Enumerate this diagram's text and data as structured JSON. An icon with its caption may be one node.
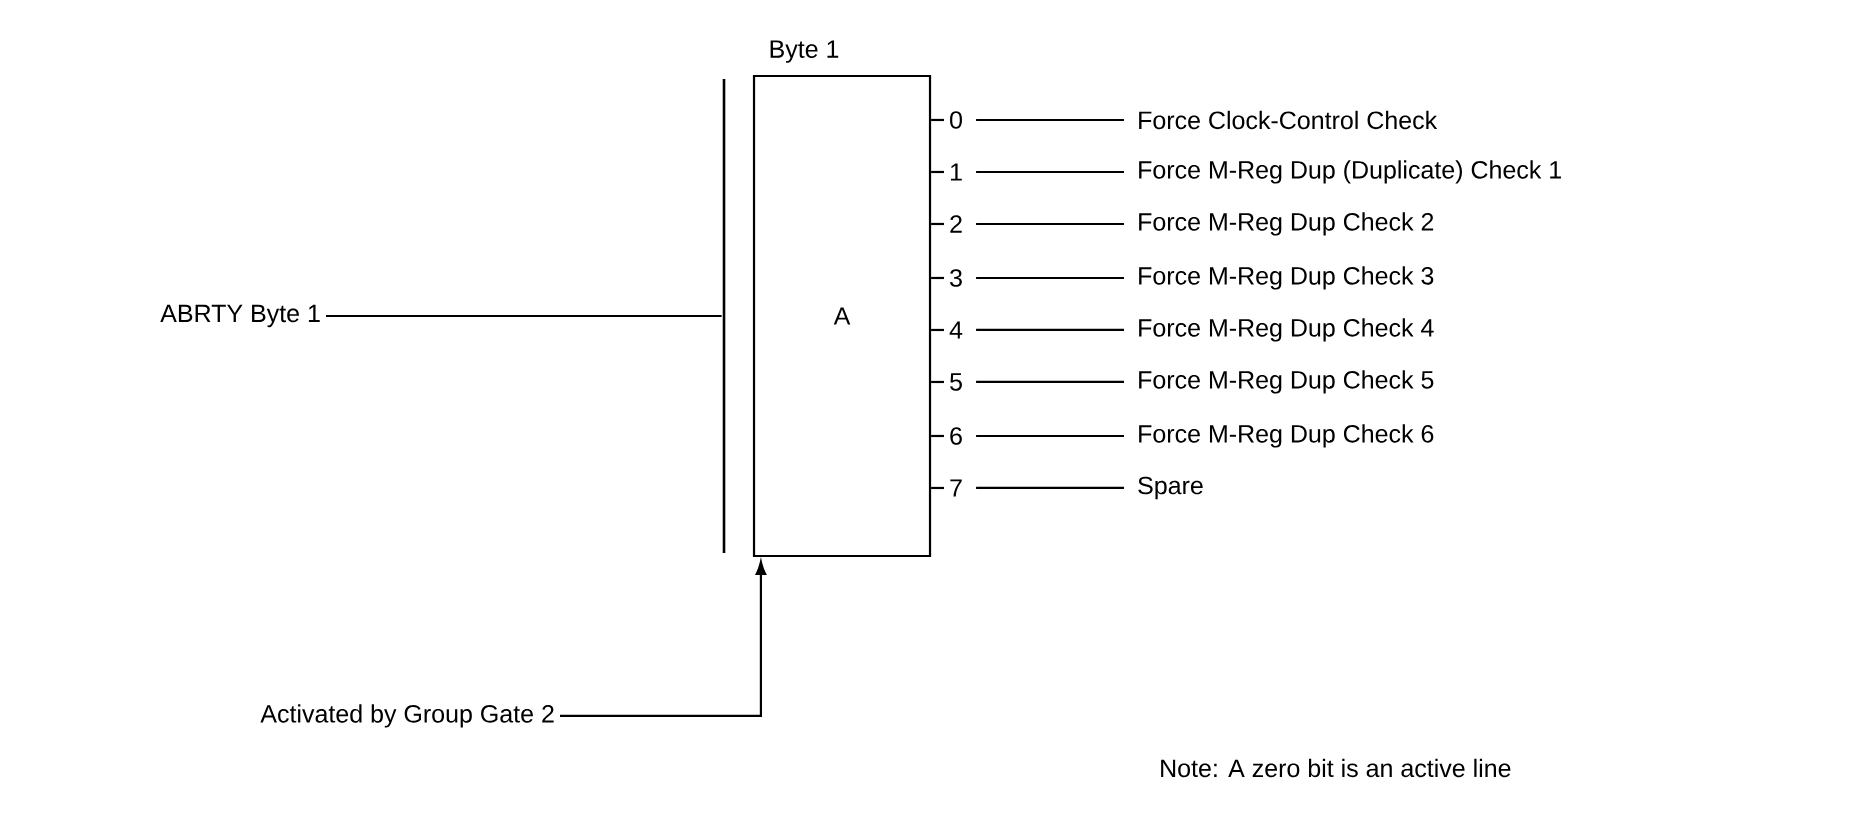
{
  "diagram": {
    "nodes": [
      {
        "text": [
          "Byte 1",
          "A"
        ]
      },
      {
        "text": [
          "ABRTY Byte 1"
        ]
      },
      {
        "text": [],
        "shape": "bar"
      },
      {
        "text": [
          "Activated by Group Gate 2"
        ]
      },
      {
        "text": [
          "0"
        ]
      },
      {
        "text": [
          "1"
        ]
      },
      {
        "text": [
          "2"
        ]
      },
      {
        "text": [
          "3"
        ]
      },
      {
        "text": [
          "4"
        ]
      },
      {
        "text": [
          "5"
        ]
      },
      {
        "text": [
          "6"
        ]
      },
      {
        "text": [
          "7"
        ]
      },
      {
        "text": [
          "Force Clock-Control Check"
        ]
      },
      {
        "text": [
          "Force M-Reg Dup (Duplicate) Check 1"
        ]
      },
      {
        "text": [
          "Force M-Reg Dup Check 2"
        ]
      },
      {
        "text": [
          "Force M-Reg Dup Check 3"
        ]
      },
      {
        "text": [
          "Force M-Reg Dup Check 4"
        ]
      },
      {
        "text": [
          "Force M-Reg Dup Check 5"
        ]
      },
      {
        "text": [
          "Force M-Reg Dup Check 6"
        ]
      },
      {
        "text": [
          "Spare"
        ]
      }
    ],
    "edges": [
      {
        "from": 1,
        "to": 2,
        "arrow": "none"
      },
      {
        "from": 3,
        "to": 0,
        "arrow": "to"
      },
      {
        "from": 0,
        "to": 4,
        "arrow": "none"
      },
      {
        "from": 0,
        "to": 5,
        "arrow": "none"
      },
      {
        "from": 0,
        "to": 6,
        "arrow": "none"
      },
      {
        "from": 0,
        "to": 7,
        "arrow": "none"
      },
      {
        "from": 0,
        "to": 8,
        "arrow": "none"
      },
      {
        "from": 0,
        "to": 9,
        "arrow": "none"
      },
      {
        "from": 0,
        "to": 10,
        "arrow": "none"
      },
      {
        "from": 0,
        "to": 11,
        "arrow": "none"
      },
      {
        "from": 4,
        "to": 12,
        "arrow": "none"
      },
      {
        "from": 5,
        "to": 13,
        "arrow": "none"
      },
      {
        "from": 6,
        "to": 14,
        "arrow": "none"
      },
      {
        "from": 7,
        "to": 15,
        "arrow": "none"
      },
      {
        "from": 8,
        "to": 16,
        "arrow": "none"
      },
      {
        "from": 9,
        "to": 17,
        "arrow": "none"
      },
      {
        "from": 10,
        "to": 18,
        "arrow": "none"
      },
      {
        "from": 11,
        "to": 19,
        "arrow": "none"
      }
    ],
    "labels": [
      "Note: A zero bit is an active line"
    ]
  }
}
